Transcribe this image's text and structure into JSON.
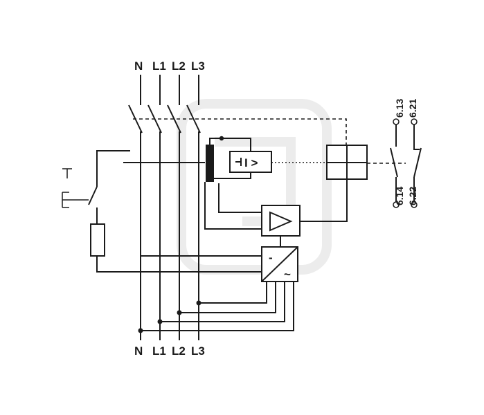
{
  "terminals": {
    "top": [
      "N",
      "L1",
      "L2",
      "L3"
    ],
    "bottom": [
      "N",
      "L1",
      "L2",
      "L3"
    ]
  },
  "test_button": {
    "label_t": "T",
    "label_e": "E"
  },
  "amplifier": {
    "symbol": "I >"
  },
  "converter": {
    "dc_symbol": "-",
    "ac_symbol": "~"
  },
  "aux_contacts": {
    "top_left": "6.13",
    "top_right": "6.21",
    "bottom_left": "6.14",
    "bottom_right": "6.22"
  }
}
